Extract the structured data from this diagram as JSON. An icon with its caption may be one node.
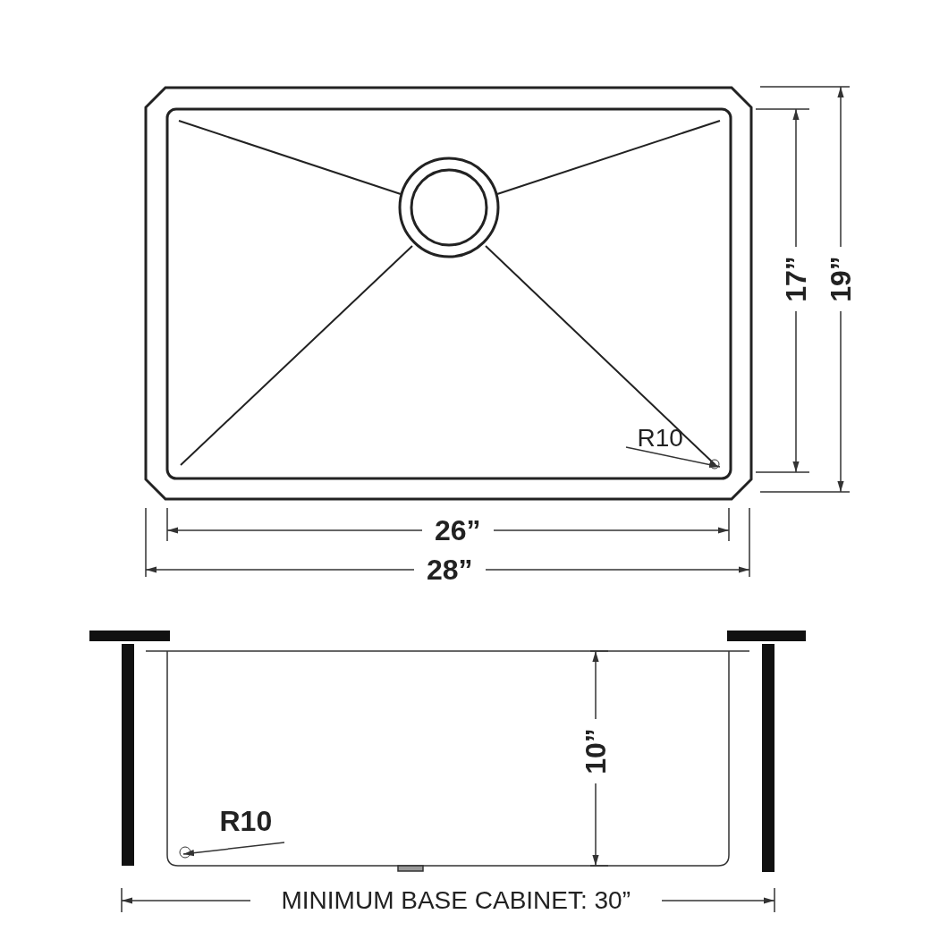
{
  "diagram": {
    "nodes": [
      {
        "text": [
          "R10"
        ]
      },
      {
        "text": [
          "R10"
        ]
      }
    ],
    "edges": [
      {
        "from": 0,
        "to": null,
        "arrow": "to"
      },
      {
        "from": 1,
        "to": null,
        "arrow": "to"
      }
    ],
    "labels": [
      "17”",
      "19”",
      "26”",
      "28”",
      "10”",
      "MINIMUM BASE CABINET: 30”"
    ]
  }
}
